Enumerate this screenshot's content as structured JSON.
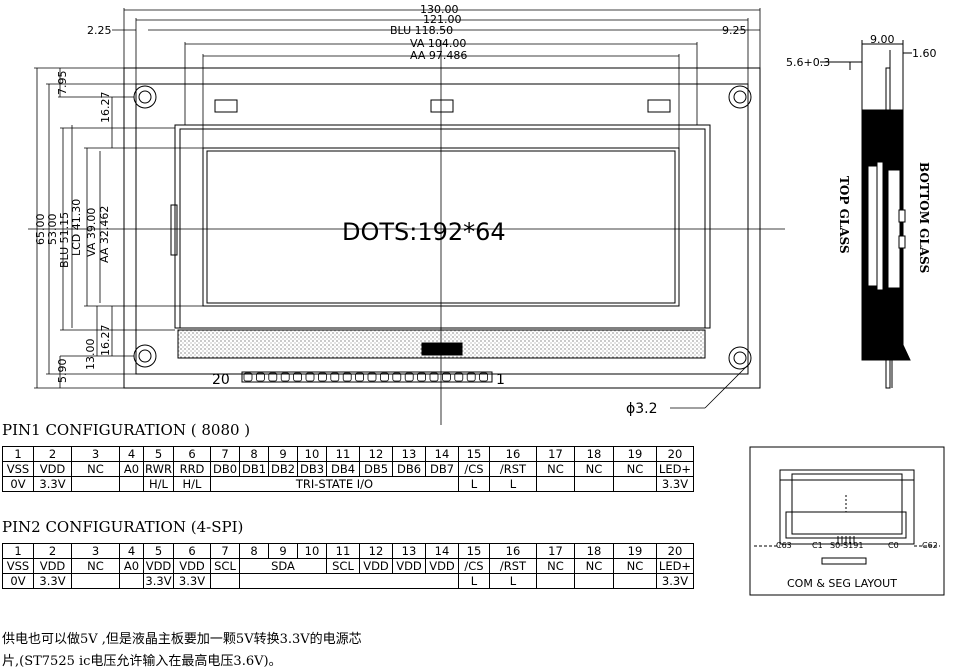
{
  "dims": {
    "top": [
      "130.00",
      "121.00",
      "BLU 118.50",
      "VA 104.00",
      "AA 97.486"
    ],
    "left_offset": "2.25",
    "right_offset": "9.25",
    "left_v": [
      "65.00",
      "53.00",
      "BLU 51.15",
      "LCD 41.30",
      "VA 39.00",
      "AA 32.462"
    ],
    "hole_top": "7.95",
    "hole_top2": "16.27",
    "bottom_v": [
      "5.90",
      "13.00",
      "16.27"
    ],
    "hole_dia": "ϕ3.2"
  },
  "display_label": "DOTS:192*64",
  "pin_ends": {
    "left": "20",
    "right": "1"
  },
  "side": {
    "dim1": "9.00",
    "dim2": "1.60",
    "dim3": "5.6+0.3",
    "top_glass": "TOP GLASS",
    "bottom_glass": "BOTTOM GLASS"
  },
  "pin1": {
    "title": "PIN1 CONFIGURATION ( 8080 )",
    "numbers": [
      "1",
      "2",
      "3",
      "4",
      "5",
      "6",
      "7",
      "8",
      "9",
      "10",
      "11",
      "12",
      "13",
      "14",
      "15",
      "16",
      "17",
      "18",
      "19",
      "20"
    ],
    "names": [
      "VSS",
      "VDD",
      "NC",
      "A0",
      "RWR",
      "RRD",
      "DB0",
      "DB1",
      "DB2",
      "DB3",
      "DB4",
      "DB5",
      "DB6",
      "DB7",
      "/CS",
      "/RST",
      "NC",
      "NC",
      "NC",
      "LED+"
    ],
    "levels": [
      "0V",
      "3.3V",
      "",
      "",
      "H/L",
      "H/L",
      "TRI-STATE I/O",
      "L",
      "L",
      "",
      "",
      "",
      "3.3V"
    ]
  },
  "pin2": {
    "title": "PIN2 CONFIGURATION (4-SPI)",
    "numbers": [
      "1",
      "2",
      "3",
      "4",
      "5",
      "6",
      "7",
      "8",
      "9",
      "10",
      "11",
      "12",
      "13",
      "14",
      "15",
      "16",
      "17",
      "18",
      "19",
      "20"
    ],
    "names": [
      "VSS",
      "VDD",
      "NC",
      "A0",
      "VDD",
      "VDD",
      "SCL",
      "SDA",
      "SCL",
      "VDD",
      "VDD",
      "VDD",
      "/CS",
      "/RST",
      "NC",
      "NC",
      "NC",
      "LED+"
    ],
    "levels": [
      "0V",
      "3.3V",
      "",
      "",
      "3.3V",
      "3.3V",
      "",
      "",
      "L",
      "L",
      "",
      "",
      "",
      "3.3V"
    ]
  },
  "layout_box": {
    "title": "COM & SEG LAYOUT",
    "left": "C63",
    "c1": "C1",
    "seg": "S0-S191",
    "c0": "C0",
    "right": "C62"
  },
  "notes": [
    "供电也可以做5V ,但是液晶主板要加一颗5V转换3.3V的电源芯",
    "片,(ST7525 ic电压允许输入在最高电压3.6V)。"
  ]
}
